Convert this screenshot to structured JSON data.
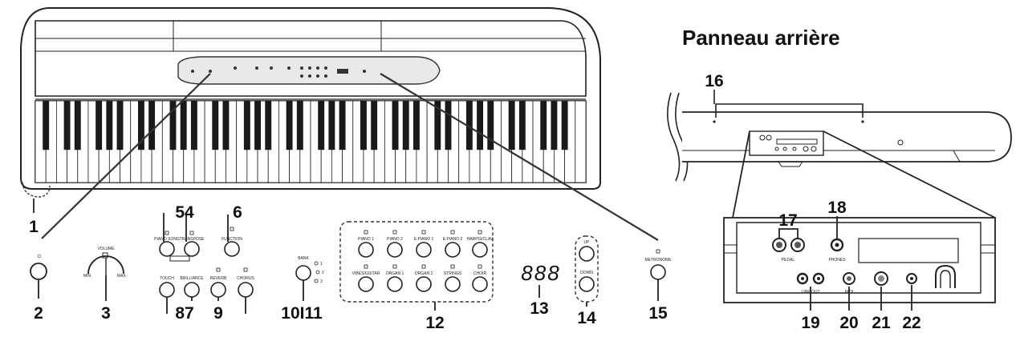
{
  "title": "Panneau arrière",
  "callouts": {
    "n1": "1",
    "n2": "2",
    "n3": "3",
    "n54": "54",
    "n6": "6",
    "n87": "87",
    "n9": "9",
    "n1011": "10I11",
    "n12": "12",
    "n13": "13",
    "n14": "14",
    "n15": "15",
    "n16": "16",
    "n17": "17",
    "n18": "18",
    "n19": "19",
    "n20": "20",
    "n21": "21",
    "n22": "22"
  },
  "panel_labels": {
    "volume": "VOLUME",
    "vol_min": "MIN",
    "vol_max": "MAX",
    "piano_song": "PIANO SONG",
    "transpose": "TRANSPOSE",
    "function": "FUNCTION",
    "touch": "TOUCH",
    "brilliance": "BRILLIANCE",
    "reverb": "REVERB",
    "chorus": "CHORUS",
    "bank": "BANK",
    "bank_1": "1",
    "bank_2": "2",
    "bank_3": "3",
    "up": "UP",
    "down": "DOWN",
    "metronome": "METRONOME",
    "display": "888",
    "sound_top": [
      "PIANO 1",
      "PIANO 2",
      "E.PIANO 1",
      "E.PIANO 2",
      "HARPSI/CLAV"
    ],
    "sound_bottom": [
      "VIBES/GUITAR",
      "ORGAN 1",
      "ORGAN 2",
      "STRINGS",
      "CHOIR"
    ]
  },
  "rear_labels": {
    "pedal": "PEDAL",
    "line_out": "LINE OUT",
    "midi": "MIDI",
    "phones": "PHONES"
  }
}
